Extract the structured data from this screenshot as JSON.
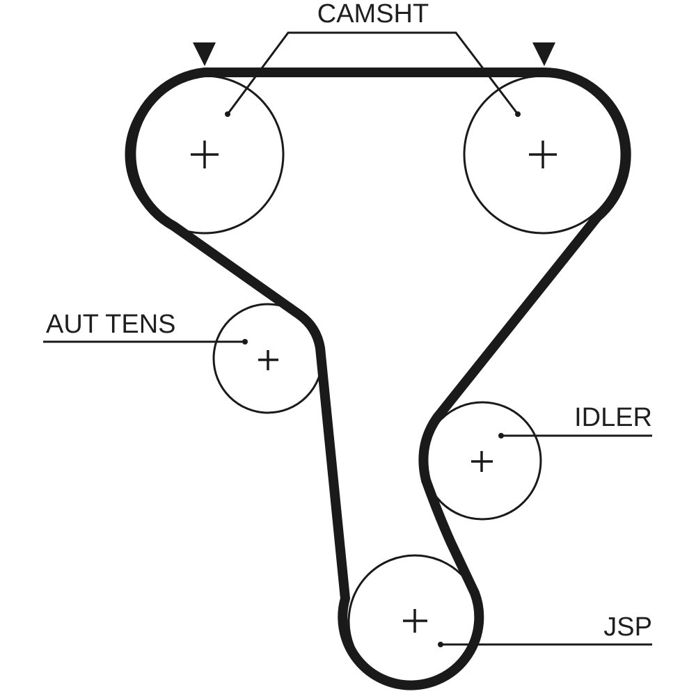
{
  "diagram": {
    "type": "timing-belt-routing",
    "labels": {
      "camshaft": "CAMSHT",
      "auto_tensioner": "AUT TENS",
      "idler": "IDLER",
      "crankshaft": "JSP"
    },
    "pulleys": [
      {
        "id": "camshaft-left",
        "label_key": "camshaft"
      },
      {
        "id": "camshaft-right",
        "label_key": "camshaft"
      },
      {
        "id": "auto-tensioner",
        "label_key": "auto_tensioner"
      },
      {
        "id": "idler",
        "label_key": "idler"
      },
      {
        "id": "crankshaft",
        "label_key": "crankshaft"
      }
    ],
    "timing_marks": 2,
    "colors": {
      "line": "#1a1a1a",
      "background": "#ffffff",
      "text": "#1f1f1f"
    }
  }
}
